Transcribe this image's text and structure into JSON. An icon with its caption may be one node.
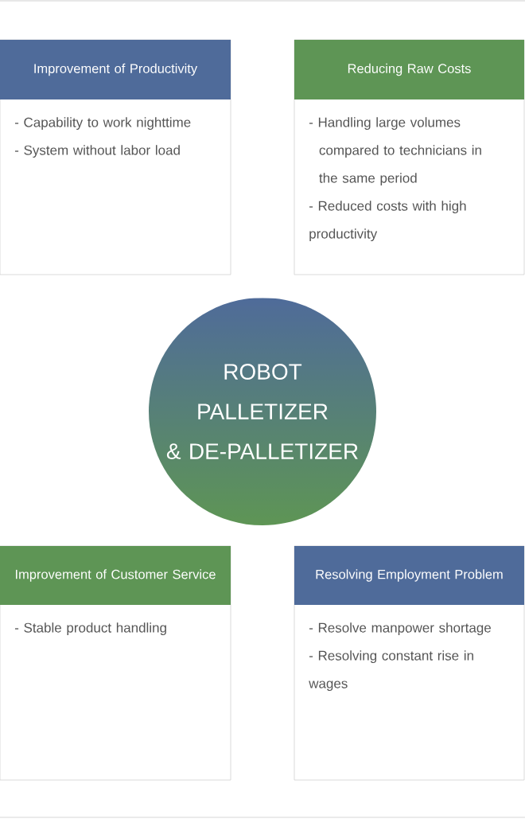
{
  "diagram": {
    "nodes": [
      {
        "text": [
          "Improvement of Productivity",
          "- Capability to work nighttime",
          "- System without labor load"
        ]
      },
      {
        "text": [
          "Reducing Raw Costs",
          "- Handling large volumes compared to technicians in the same period",
          "- Reduced costs with high productivity"
        ]
      },
      {
        "text": [
          "ROBOT PALLETIZER & DE-PALLETIZER"
        ]
      },
      {
        "text": [
          "Improvement of Customer Service",
          "- Stable product handling"
        ]
      },
      {
        "text": [
          "Resolving Employment Problem",
          "- Resolve manpower shortage",
          "- Resolving constant rise in wages"
        ]
      }
    ],
    "edges": []
  }
}
